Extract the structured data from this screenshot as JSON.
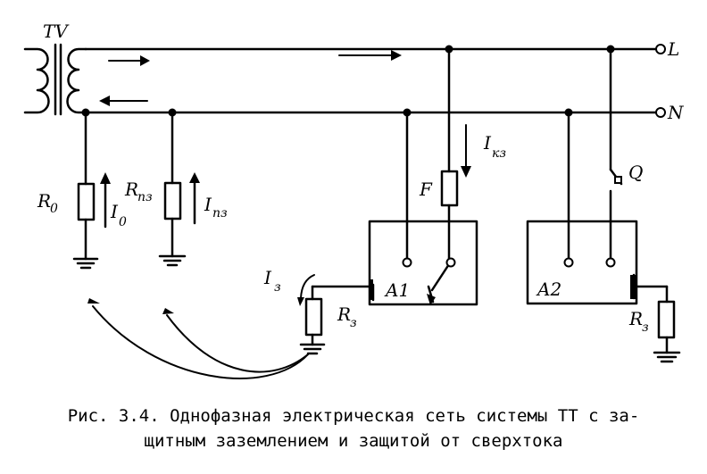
{
  "labels": {
    "transformer": "TV",
    "phase": "L",
    "neutral": "N",
    "r0": "R",
    "r0_sub": "0",
    "i0": "I",
    "i0_sub": "0",
    "rpz": "R",
    "rpz_sub": "пз",
    "ipz": "I",
    "ipz_sub": "пз",
    "fuse": "F",
    "ikz": "I",
    "ikz_sub": "кз",
    "breaker": "Q",
    "iz": "I",
    "iz_sub": "з",
    "rz1": "R",
    "rz1_sub": "з",
    "rz2": "R",
    "rz2_sub": "з",
    "a1": "A1",
    "a2": "A2"
  },
  "caption": {
    "line1": "Рис. 3.4. Однофазная электрическая сеть системы ТТ с за-",
    "line2": "щитным заземлением и защитой от сверхтока"
  }
}
